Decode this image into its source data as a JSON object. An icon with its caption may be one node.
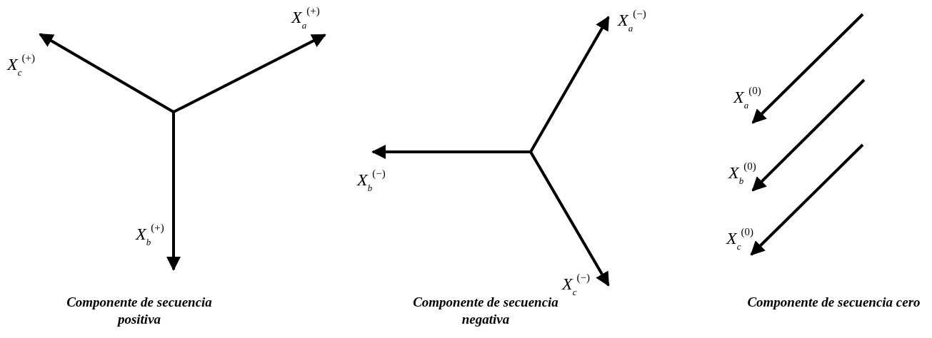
{
  "diagram": {
    "labels": [
      "X$_{a}$$^{(+)}$",
      "X$_{c}$$^{(+)}$",
      "X$_{b}$$^{(+)}$",
      "X$_{a}$$^{(−)}$",
      "X$_{b}$$^{(−)}$",
      "X$_{c}$$^{(−)}$",
      "X$_{a}$$^{(0)}$",
      "X$_{b}$$^{(0)}$",
      "X$_{c}$$^{(0)}$",
      "Componente de secuencia positiva",
      "Componente de secuencia negativa",
      "Componente de secuencia cero"
    ]
  }
}
